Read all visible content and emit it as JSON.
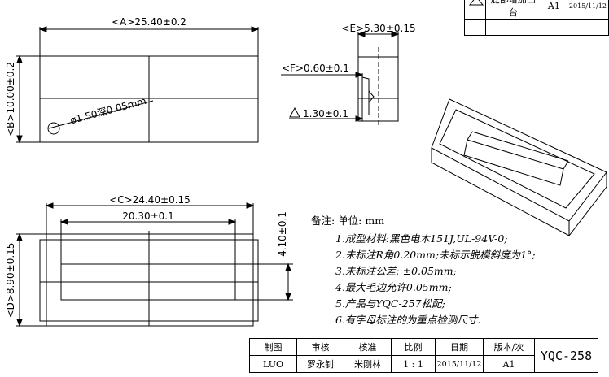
{
  "dims": {
    "a": "<A>25.40±0.2",
    "b": "<B>10.00±0.2",
    "hole": "ø1.50深0.05mm",
    "e": "<E>5.30±0.15",
    "f": "<F>0.60±0.1",
    "g": "1.30±0.1",
    "c": "<C>24.40±0.15",
    "inner": "20.30±0.1",
    "depth": "4.10±0.1",
    "d": "<D>8.90±0.15"
  },
  "notes": {
    "heading": "备注: 单位: mm",
    "items": [
      "1.成型材料:黑色电木151J,UL-94V-0;",
      "2.未标注R角0.20mm;未标示脱模斜度为1°;",
      "3.未标注公差: ±0.05mm;",
      "4.最大毛边允许0.05mm;",
      "5.产品与YQC-257松配;",
      "6.有字母标注的为重点检测尺寸."
    ]
  },
  "revision": {
    "description": "底部增加凸台",
    "version": "A1",
    "date": "2015/11/12"
  },
  "title_block": {
    "headers": [
      "制图",
      "审核",
      "核准",
      "比例",
      "日期",
      "版本/次"
    ],
    "values": [
      "LUO",
      "罗永钊",
      "米刚林",
      "1 : 1",
      "2015/11/12",
      "A1"
    ],
    "drawing_no": "YQC-258"
  }
}
